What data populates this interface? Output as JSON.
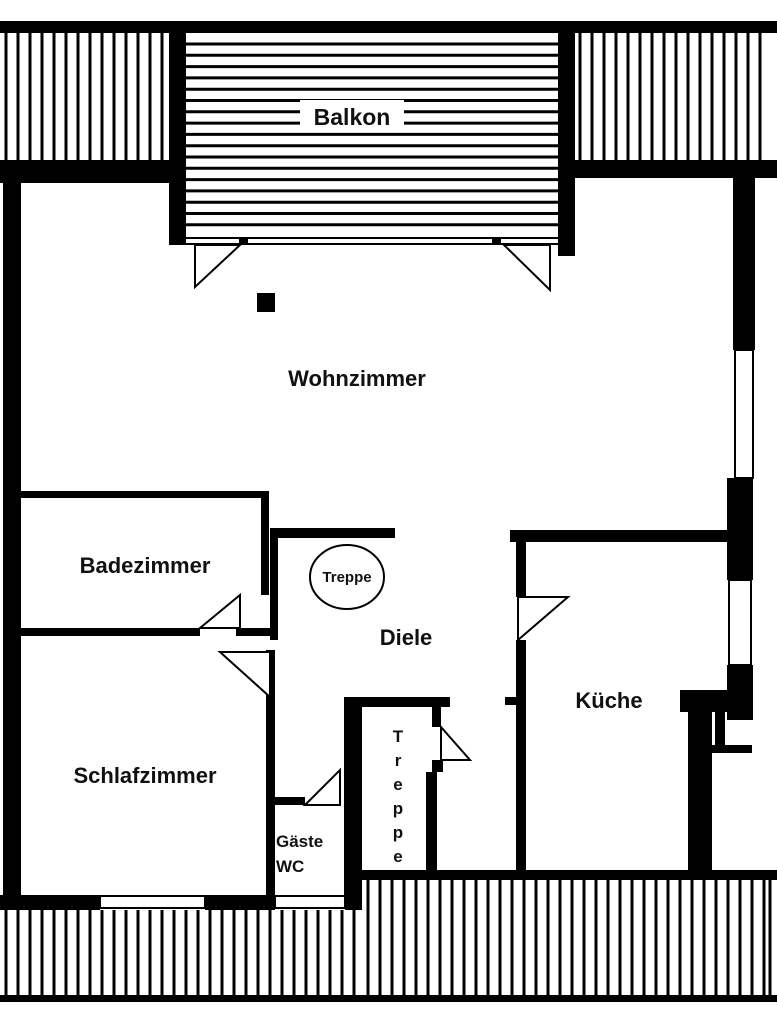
{
  "plan": {
    "colors": {
      "wall": "#000000",
      "floor": "#ffffff"
    },
    "rooms": {
      "balkon": "Balkon",
      "wohnzimmer": "Wohnzimmer",
      "badezimmer": "Badezimmer",
      "treppe_round": "Treppe",
      "diele": "Diele",
      "kueche": "Küche",
      "schlafzimmer": "Schlafzimmer",
      "gaeste": "Gäste",
      "wc": "WC",
      "treppe_letters": [
        "T",
        "r",
        "e",
        "p",
        "p",
        "e"
      ]
    }
  }
}
